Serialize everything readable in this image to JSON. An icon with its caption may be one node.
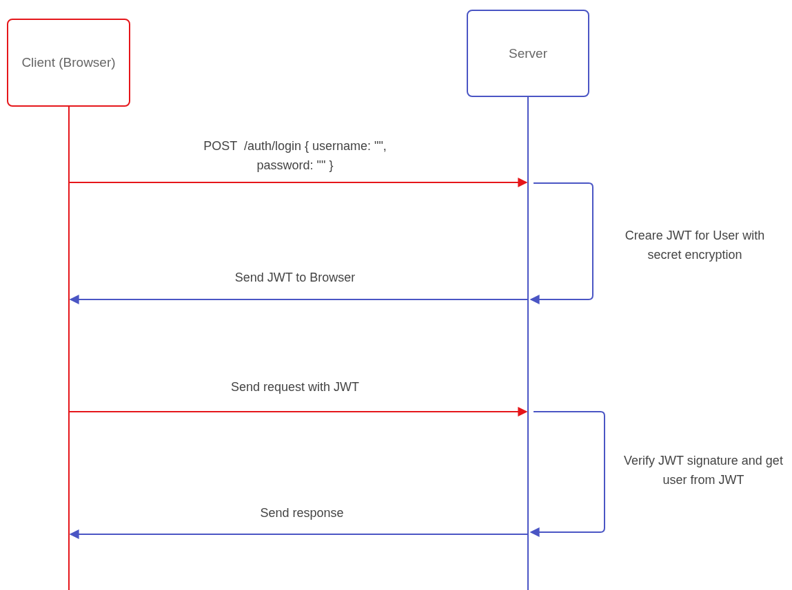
{
  "diagram": {
    "nodes": [
      {
        "text": [
          "Client (Browser)"
        ]
      },
      {
        "text": [
          "Server"
        ]
      }
    ],
    "edges": [
      {
        "from": 0,
        "to": 1,
        "arrow": "to",
        "label": "POST  /auth/login { username: \"\",  password: \"\" }",
        "color": "#e5161a"
      },
      {
        "from": 1,
        "to": 1,
        "arrow": "to",
        "label": "Creare JWT for User with secret encryption"
      },
      {
        "from": 1,
        "to": 0,
        "arrow": "to",
        "label": "Send JWT to Browser"
      },
      {
        "from": 0,
        "to": 1,
        "arrow": "to",
        "label": "Send request with JWT",
        "color": "#e5161a"
      },
      {
        "from": 1,
        "to": 1,
        "arrow": "to",
        "label": "Verify JWT signature and get user from JWT"
      },
      {
        "from": 1,
        "to": 0,
        "arrow": "to",
        "label": "Send response"
      }
    ]
  }
}
